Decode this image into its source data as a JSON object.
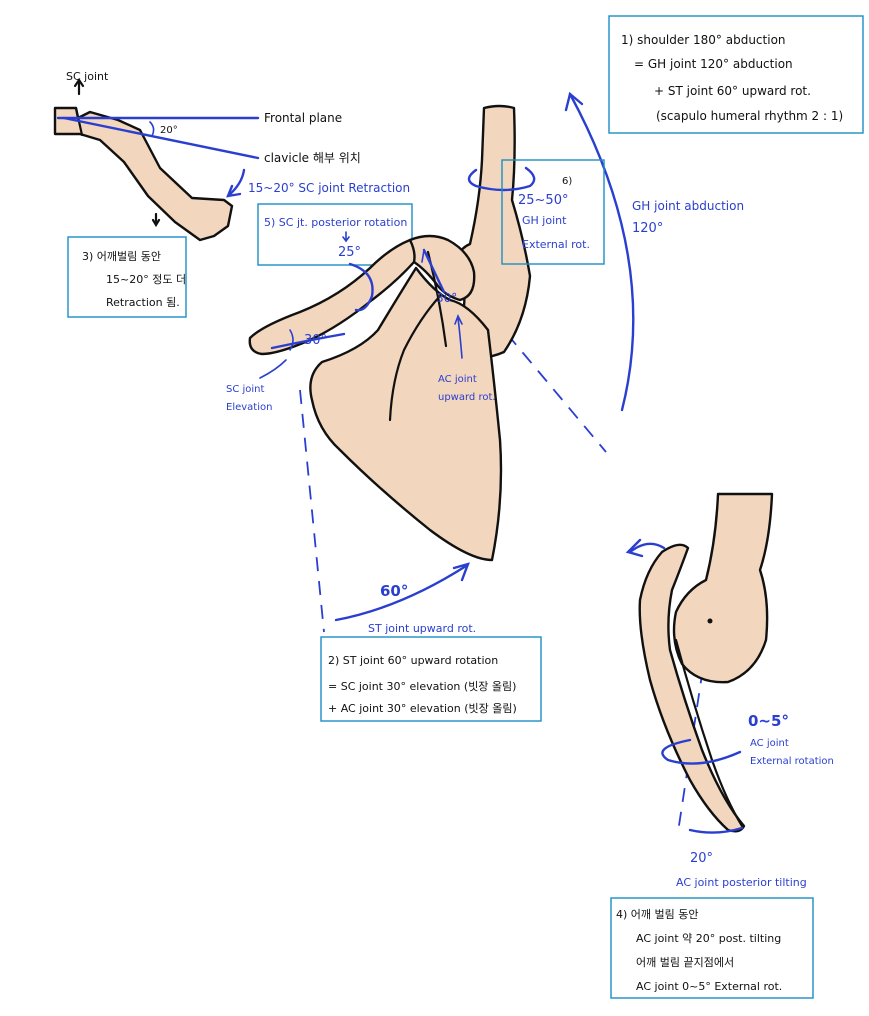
{
  "box1": {
    "line1": "1) shoulder 180° abduction",
    "line2": "= GH joint 120° abduction",
    "line3": "+ ST joint 60° upward rot.",
    "line4": "(scapulo humeral rhythm 2 : 1)"
  },
  "sc_view": {
    "sc_joint": "SC joint",
    "angle": "20°",
    "frontal_plane": "Frontal plane",
    "clavicle": "clavicle 해부 위치",
    "retraction": "15~20° SC joint Retraction"
  },
  "box3": {
    "line1": "3) 어깨벌림 동안",
    "line2": "15~20° 정도 더",
    "line3": "Retraction 됨."
  },
  "box5": {
    "line1": "5) SC jt. posterior rotation",
    "value": "25°"
  },
  "box6": {
    "num": "6)",
    "value": "25~50°",
    "line1": "GH joint",
    "line2": "External rot."
  },
  "gh_abduction": {
    "label": "GH joint abduction",
    "value": "120°"
  },
  "main_labels": {
    "sc_elev_value": "30°",
    "sc_elev_label1": "SC joint",
    "sc_elev_label2": "Elevation",
    "ac_value": "30°",
    "ac_label1": "AC joint",
    "ac_label2": "upward rot.",
    "st_value": "60°",
    "st_label": "ST joint upward rot."
  },
  "box2": {
    "line1": "2) ST joint 60° upward rotation",
    "line2": "= SC joint 30° elevation (빗장 올림)",
    "line3": "+ AC joint 30° elevation (빗장 올림)"
  },
  "lateral_view": {
    "ext_value": "0~5°",
    "ext_label1": "AC joint",
    "ext_label2": "External rotation",
    "tilt_value": "20°",
    "tilt_label": "AC joint posterior tilting"
  },
  "box4": {
    "line1": "4) 어깨 벌림 동안",
    "line2": "AC joint 약 20° post. tilting",
    "line3": "어깨 벌림 끝지점에서",
    "line4": "AC joint 0~5° External rot."
  }
}
